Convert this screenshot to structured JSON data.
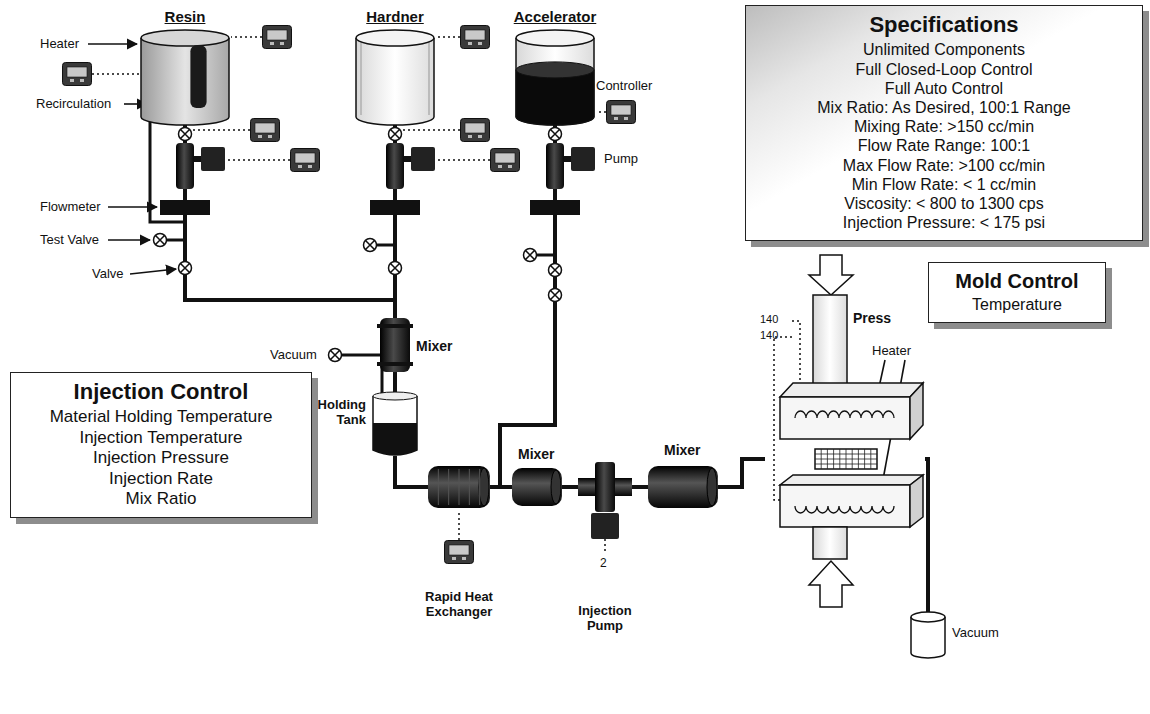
{
  "diagram": {
    "nodes": [
      {
        "text": [
          "Resin"
        ]
      },
      {
        "text": [
          "Hardner"
        ]
      },
      {
        "text": [
          "Accelerator"
        ]
      },
      {
        "text": [
          "Specifications",
          "Unlimited Components",
          "Full Closed-Loop Control",
          "Full Auto Control",
          "Mix Ratio: As Desired, 100:1 Range",
          "Mixing Rate: >150 cc/min",
          "Flow Rate Range: 100:1",
          "Max Flow Rate: >100 cc/min",
          "Min Flow Rate: < 1 cc/min",
          "Viscosity: < 800 to 1300 cps",
          "Injection Pressure: < 175 psi"
        ]
      },
      {
        "text": [
          "Mixer"
        ]
      },
      {
        "text": [
          "Mold Control",
          "Temperature"
        ]
      },
      {
        "text": [
          "Holding Tank"
        ]
      },
      {
        "text": [
          "Press"
        ]
      },
      {
        "text": [
          "Injection Control",
          "Material Holding Temperature",
          "Injection Temperature",
          "Injection Pressure",
          "Injection Rate",
          "Mix Ratio"
        ]
      },
      {
        "text": [
          "Rapid Heat Exchanger"
        ]
      },
      {
        "text": [
          "Mixer"
        ]
      },
      {
        "text": [
          "Injection Pump"
        ]
      },
      {
        "text": [
          "Mixer"
        ]
      },
      {
        "text": [
          "Vacuum"
        ]
      }
    ],
    "edges": [
      {
        "from": 0,
        "to": 4,
        "arrow": "none"
      },
      {
        "from": 1,
        "to": 4,
        "arrow": "none"
      },
      {
        "from": 4,
        "to": 6,
        "arrow": "none"
      },
      {
        "from": 6,
        "to": 9,
        "arrow": "none"
      },
      {
        "from": 2,
        "to": 10,
        "arrow": "none"
      },
      {
        "from": 9,
        "to": 10,
        "arrow": "none"
      },
      {
        "from": 10,
        "to": 11,
        "arrow": "none"
      },
      {
        "from": 11,
        "to": 12,
        "arrow": "none"
      },
      {
        "from": 12,
        "to": 7,
        "arrow": "none"
      },
      {
        "from": 7,
        "to": 13,
        "arrow": "none"
      }
    ],
    "labels": [
      "Heater",
      "Recirculation",
      "Flowmeter",
      "Test Valve",
      "Valve",
      "Controller",
      "Pump",
      "Vacuum",
      "140",
      "140",
      "2",
      "Heater"
    ]
  }
}
